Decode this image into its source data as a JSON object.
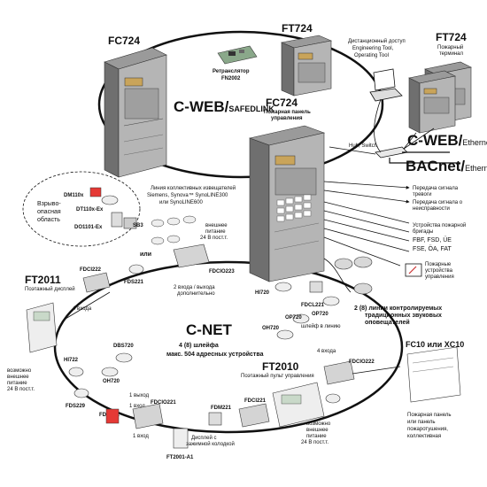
{
  "panels": {
    "fc724_left": "FC724",
    "ft724_top": "FT724",
    "ft724_right": "FT724",
    "ft724_right_sub": [
      "Пожарный",
      "терминал"
    ],
    "fc724_center": "FC724",
    "fc724_center_sub": [
      "Пожарная панель",
      "управления"
    ]
  },
  "network": {
    "cweb_safedlink_main": "C-WEB/",
    "cweb_safedlink_sub": "SAFEDLINK",
    "cweb_ethernet_main": "C-WEB/",
    "cweb_ethernet_sub": "Ethernet",
    "bacnet_main": "BACnet/",
    "bacnet_sub": "Ethernet",
    "repeater": [
      "Ретранслятор",
      "FN2002"
    ],
    "remote_access": [
      "Дистанционный доступ",
      "Engineering Tool,",
      "Operating Tool"
    ],
    "hub": "Hub, Switch"
  },
  "outputs": [
    [
      "Передача сигнала",
      "тревоги"
    ],
    [
      "Передача сигнала о",
      "неисправности"
    ],
    [
      "Устройства пожарной",
      "бригады"
    ],
    [
      "FBF, FSD, ÜE",
      "FSE, ÖA, FAT"
    ],
    [
      "Пожарные",
      "устройства",
      "управления"
    ]
  ],
  "loop": {
    "title": "C-NET",
    "line1": "4 (8) шлейфа",
    "line2": "макс. 504 адресных устройства",
    "sounder_lines": [
      "2 (8) линии контролируемых",
      "традиционных звуковых",
      "оповещателей"
    ]
  },
  "hazard": {
    "area": [
      "Взрыво-",
      "опасная",
      "область"
    ],
    "dm": "DM110x",
    "dt": "DT110x-Ex",
    "do": "DO1101-Ex",
    "sb3": "SB3",
    "collective": [
      "Линия коллективных извещателей",
      "Siemens, Synova™ SynoLINE300",
      "или SynoLINE600"
    ],
    "ext_power": [
      "внешнее",
      "питание",
      "24 В пост.т."
    ],
    "or": "или",
    "inputs": [
      "2 входа / выхода",
      "дополнительно"
    ]
  },
  "devices": {
    "fdci222": "FDCI222",
    "fds221": "FDS221",
    "fdcio223": "FDCIO223",
    "hi720": "HI720",
    "fdcl221": "FDCL221",
    "op720": "OP720",
    "oh720_a": "OH720",
    "in_line": "шлейф в линию",
    "dbs720": "DBS720",
    "oh720_b": "OH720",
    "hi722": "HI722",
    "fds229": "FDS229",
    "fdm22x": "FDM22x",
    "fdcio221": "FDCIO221",
    "fdm221": "FDM221",
    "fdci221": "FDCI221",
    "fdcio222": "FDCIO222",
    "ft2001": "FT2001-A1"
  },
  "ft2011": {
    "title": "FT2011",
    "subtitle": "Поэтажный дисплей",
    "inputs4": "4 входа",
    "power": [
      "возможно",
      "внешнее",
      "питание",
      "24 В пост.т."
    ]
  },
  "ft2010": {
    "title": "FT2010",
    "subtitle": "Поэтажный пульт управления",
    "power": [
      "возможно",
      "внешнее",
      "питание",
      "24 В пост.т."
    ]
  },
  "misc": {
    "inputs4_right": "4 входа",
    "out1": "1 выход",
    "in1_a": "1 вход",
    "in1_b": "1 вход",
    "display": [
      "Дисплей с",
      "зажимной колодкой"
    ]
  },
  "fc10": {
    "title": "FC10 или XC10",
    "desc": [
      "Пожарная панель",
      "или панель",
      "пожаротушения,",
      "коллективная"
    ]
  },
  "colors": {
    "panel_top": "#8f8f8f",
    "panel_front": "#b5b5b5",
    "panel_side": "#6f6f6f",
    "display": "#c9a45a",
    "line": "#111111"
  }
}
